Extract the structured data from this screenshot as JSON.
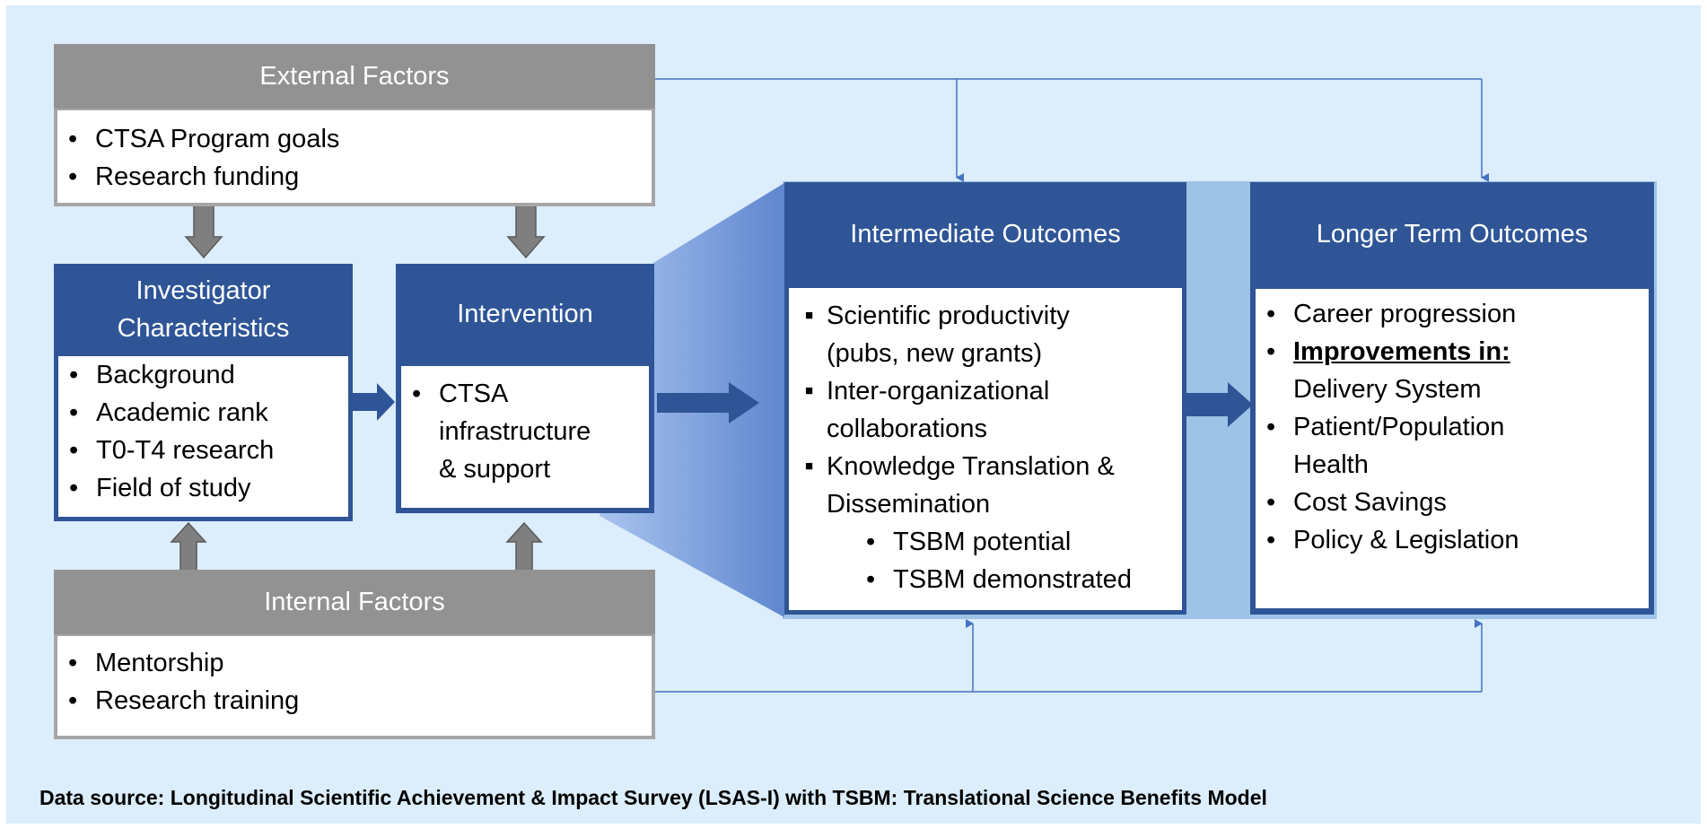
{
  "external": {
    "title": "External Factors",
    "items": [
      "CTSA Program goals",
      "Research funding"
    ]
  },
  "investigator": {
    "title_line1": "Investigator",
    "title_line2": "Characteristics",
    "items": [
      "Background",
      "Academic rank",
      "T0-T4 research",
      "Field of study"
    ]
  },
  "intervention": {
    "title": "Intervention",
    "item_lines": [
      "CTSA",
      "infrastructure",
      "& support"
    ]
  },
  "internal": {
    "title": "Internal Factors",
    "items": [
      "Mentorship",
      "Research training"
    ]
  },
  "intermediate": {
    "title": "Intermediate Outcomes",
    "item1_lines": [
      "Scientific productivity",
      "(pubs, new grants)"
    ],
    "item2_lines": [
      "Inter-organizational",
      "collaborations"
    ],
    "item3_lines": [
      "Knowledge Translation &",
      "Dissemination"
    ],
    "subitems": [
      "TSBM potential",
      "TSBM demonstrated"
    ]
  },
  "longer_term": {
    "title": "Longer Term Outcomes",
    "item_career": "Career progression",
    "improvements_label": "Improvements in:",
    "delivery": "Delivery System",
    "patient_lines": [
      "Patient/Population",
      "Health"
    ],
    "cost": "Cost Savings",
    "policy": "Policy & Legislation"
  },
  "footer": "Data source: Longitudinal Scientific Achievement & Impact Survey (LSAS-I) with TSBM: Translational Science Benefits Model",
  "colors": {
    "background": "#dcedfb",
    "header_blue": "#2f5597",
    "header_gray": "#929292",
    "arrow_gray": "#7f7f7f",
    "arrow_blue": "#2f5597",
    "wire": "#4472c4",
    "funnel": "#6f96d6"
  }
}
